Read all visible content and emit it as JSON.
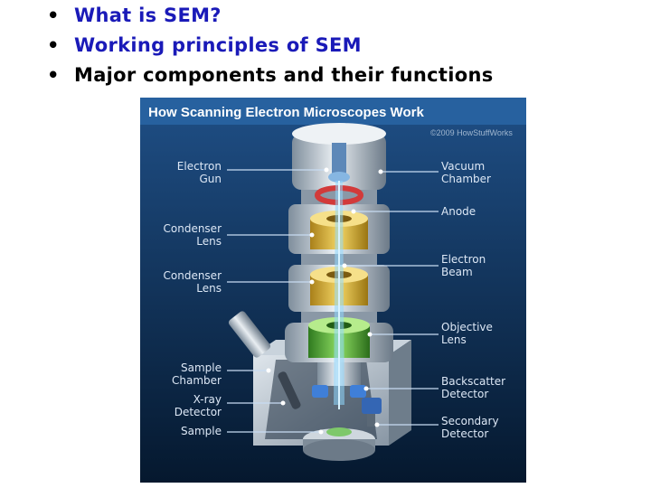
{
  "bullets": [
    {
      "text": "What is SEM?",
      "color": "#1a1ab8"
    },
    {
      "text": "Working principles of SEM",
      "color": "#1a1ab8"
    },
    {
      "text": "Major components and their functions",
      "color": "#000000"
    }
  ],
  "bullet_glyph": "•",
  "figure": {
    "title": "How Scanning Electron Microscopes Work",
    "copyright": "©2009 HowStuffWorks",
    "left_labels": [
      [
        "Electron",
        "Gun"
      ],
      [
        "Condenser",
        "Lens"
      ],
      [
        "Condenser",
        "Lens"
      ],
      [
        "Sample",
        "Chamber"
      ],
      [
        "X-ray",
        "Detector"
      ],
      [
        "Sample"
      ]
    ],
    "right_labels": [
      [
        "Vacuum",
        "Chamber"
      ],
      [
        "Anode"
      ],
      [
        "Electron",
        "Beam"
      ],
      [
        "Objective",
        "Lens"
      ],
      [
        "Backscatter",
        "Detector"
      ],
      [
        "Secondary",
        "Detector"
      ]
    ],
    "colors": {
      "background_top": "#1f4f86",
      "background_bottom": "#05182e",
      "title_bar": "#27619f",
      "lens_yellow": "#e8c23a",
      "lens_green": "#5dbb3c",
      "anode_red": "#d23a3a",
      "beam": "#8fd8ff"
    }
  }
}
